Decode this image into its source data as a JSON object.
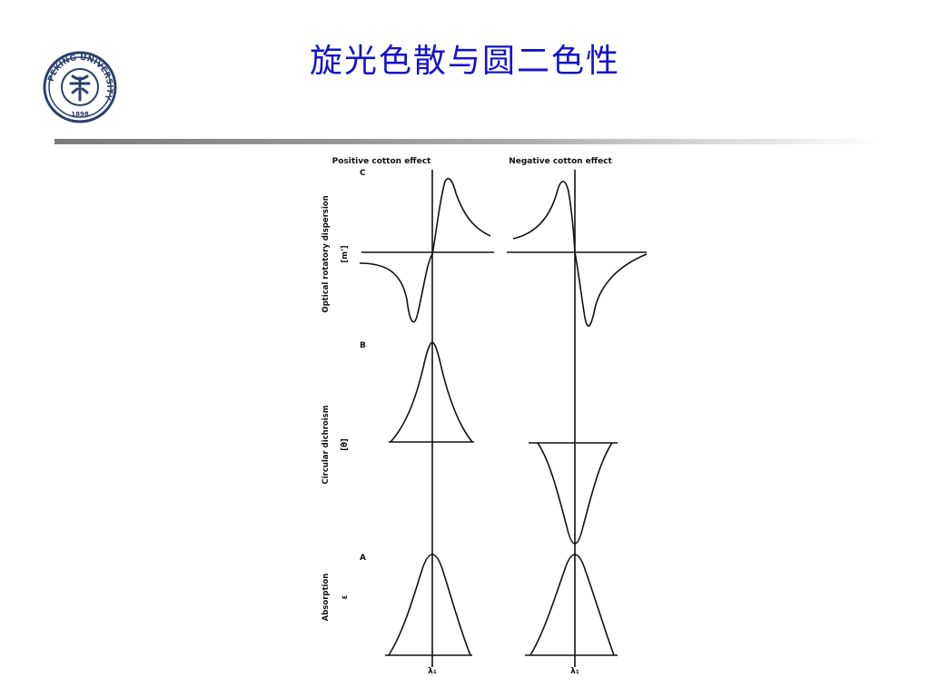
{
  "slide": {
    "title": "旋光色散与圆二色性"
  },
  "logo": {
    "ring_text": "PEKING UNIVERSITY",
    "year": "1898"
  },
  "figure": {
    "col_positive": "Positive cotton effect",
    "col_negative": "Negative cotton effect",
    "panels": [
      {
        "letter": "C",
        "ylabel": "Optical rotatory dispersion",
        "unit": "[m']"
      },
      {
        "letter": "B",
        "ylabel": "Circular dichroism",
        "unit": "[θ]"
      },
      {
        "letter": "A",
        "ylabel": "Absorption",
        "unit": "ε"
      }
    ],
    "xmark_left": "λ₁",
    "xmark_right": "λ₁"
  }
}
